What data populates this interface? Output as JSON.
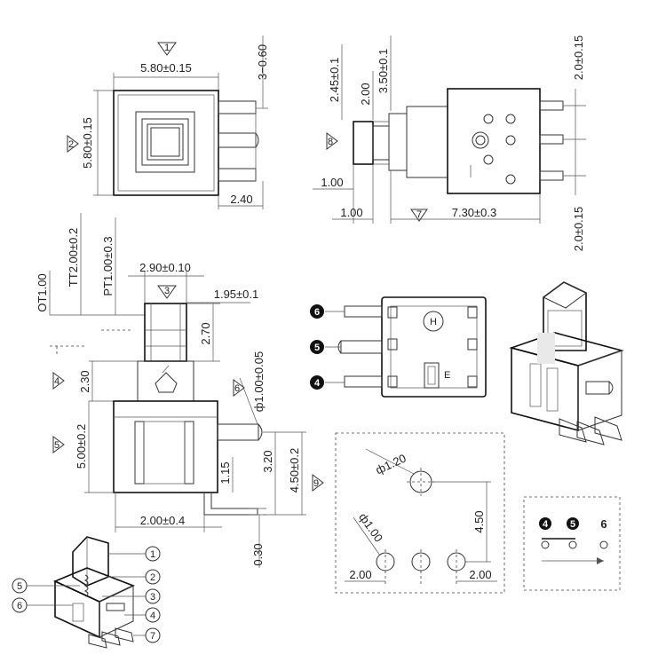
{
  "front_view": {
    "width": "5.80±0.15",
    "height": "5.80±0.15",
    "pin_length": "3−0.60",
    "pin_offset": "2.40",
    "marker_top": "1",
    "marker_left": "2"
  },
  "side_view": {
    "d1": "2.45±0.1",
    "d2": "2.00",
    "d3": "3.50±0.1",
    "d4": "2.0±0.15",
    "d5": "2.0±0.15",
    "d6": "1.00",
    "d7": "1.00",
    "d8": "7.30±0.3",
    "marker": "8",
    "marker_bottom": "7"
  },
  "elevation_view": {
    "ot": "OT1.00",
    "tt": "TT2.00±0.2",
    "pt": "PT1.00±0.3",
    "width": "2.90±0.10",
    "w2": "1.95±0.1",
    "stem": "2.70",
    "h1": "2.30",
    "pin_dia": "ф1.00±0.05",
    "h2": "5.00±0.2",
    "h3": "3.20",
    "h4": "4.50±0.2",
    "h5": "1.15",
    "foot": "2.00±0.4",
    "foot_h": "0.30",
    "marker_top": "3",
    "marker_side": "4",
    "marker_left": "5",
    "marker_right": "6",
    "marker_h4": "9"
  },
  "pcb_layout": {
    "d_big": "ф1.20",
    "d_small": "ф1.00",
    "h": "4.50",
    "sp1": "2.00",
    "sp2": "2.00"
  },
  "terminal_view": {
    "labels": [
      "6",
      "5",
      "4"
    ],
    "mark": "E"
  },
  "schematic": {
    "labels": [
      "4",
      "5",
      "6"
    ]
  },
  "exploded": {
    "labels": [
      "1",
      "2",
      "3",
      "4",
      "5",
      "6",
      "7"
    ]
  }
}
